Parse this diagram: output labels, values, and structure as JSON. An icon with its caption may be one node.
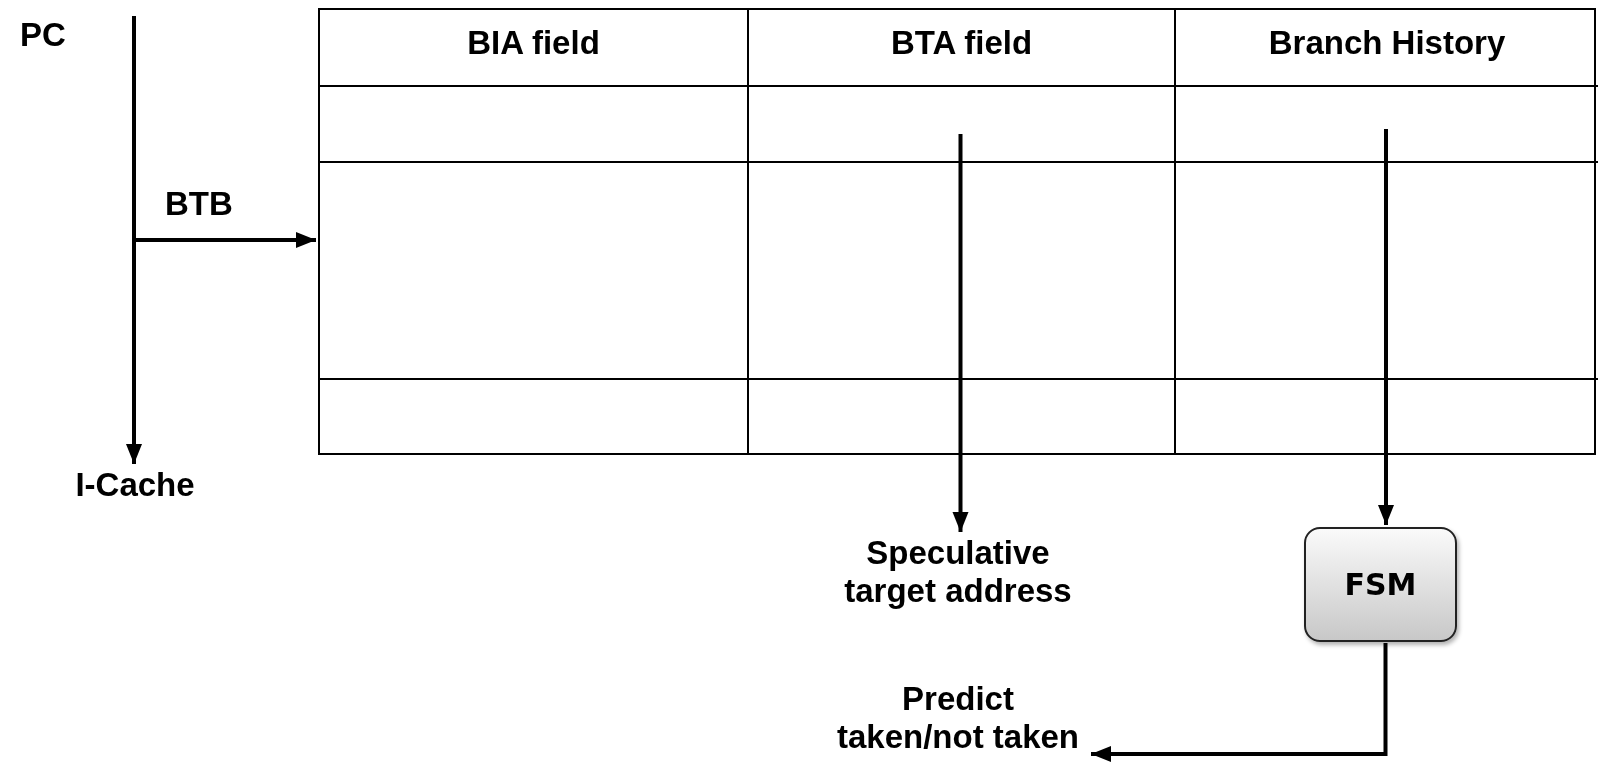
{
  "diagram": {
    "nodes": [
      {
        "text": [
          "PC"
        ]
      },
      {
        "text": [
          "I-Cache"
        ]
      },
      {
        "text": [],
        "shape": "box"
      },
      {
        "text": [
          "BIA field"
        ],
        "in": 2
      },
      {
        "text": [
          "BTA field"
        ],
        "in": 2
      },
      {
        "text": [
          "Branch History"
        ],
        "in": 2
      },
      {
        "text": [
          "Speculative target address"
        ]
      },
      {
        "text": [
          "FSM"
        ]
      },
      {
        "text": [
          "Predict taken/not taken"
        ]
      }
    ],
    "edges": [
      {
        "from": 0,
        "to": 1,
        "arrow": "to"
      },
      {
        "from": 0,
        "to": 2,
        "arrow": "to",
        "label": "BTB"
      },
      {
        "from": 4,
        "to": 6,
        "arrow": "to"
      },
      {
        "from": 5,
        "to": 7,
        "arrow": "to"
      },
      {
        "from": 7,
        "to": 8,
        "arrow": "to"
      }
    ]
  }
}
